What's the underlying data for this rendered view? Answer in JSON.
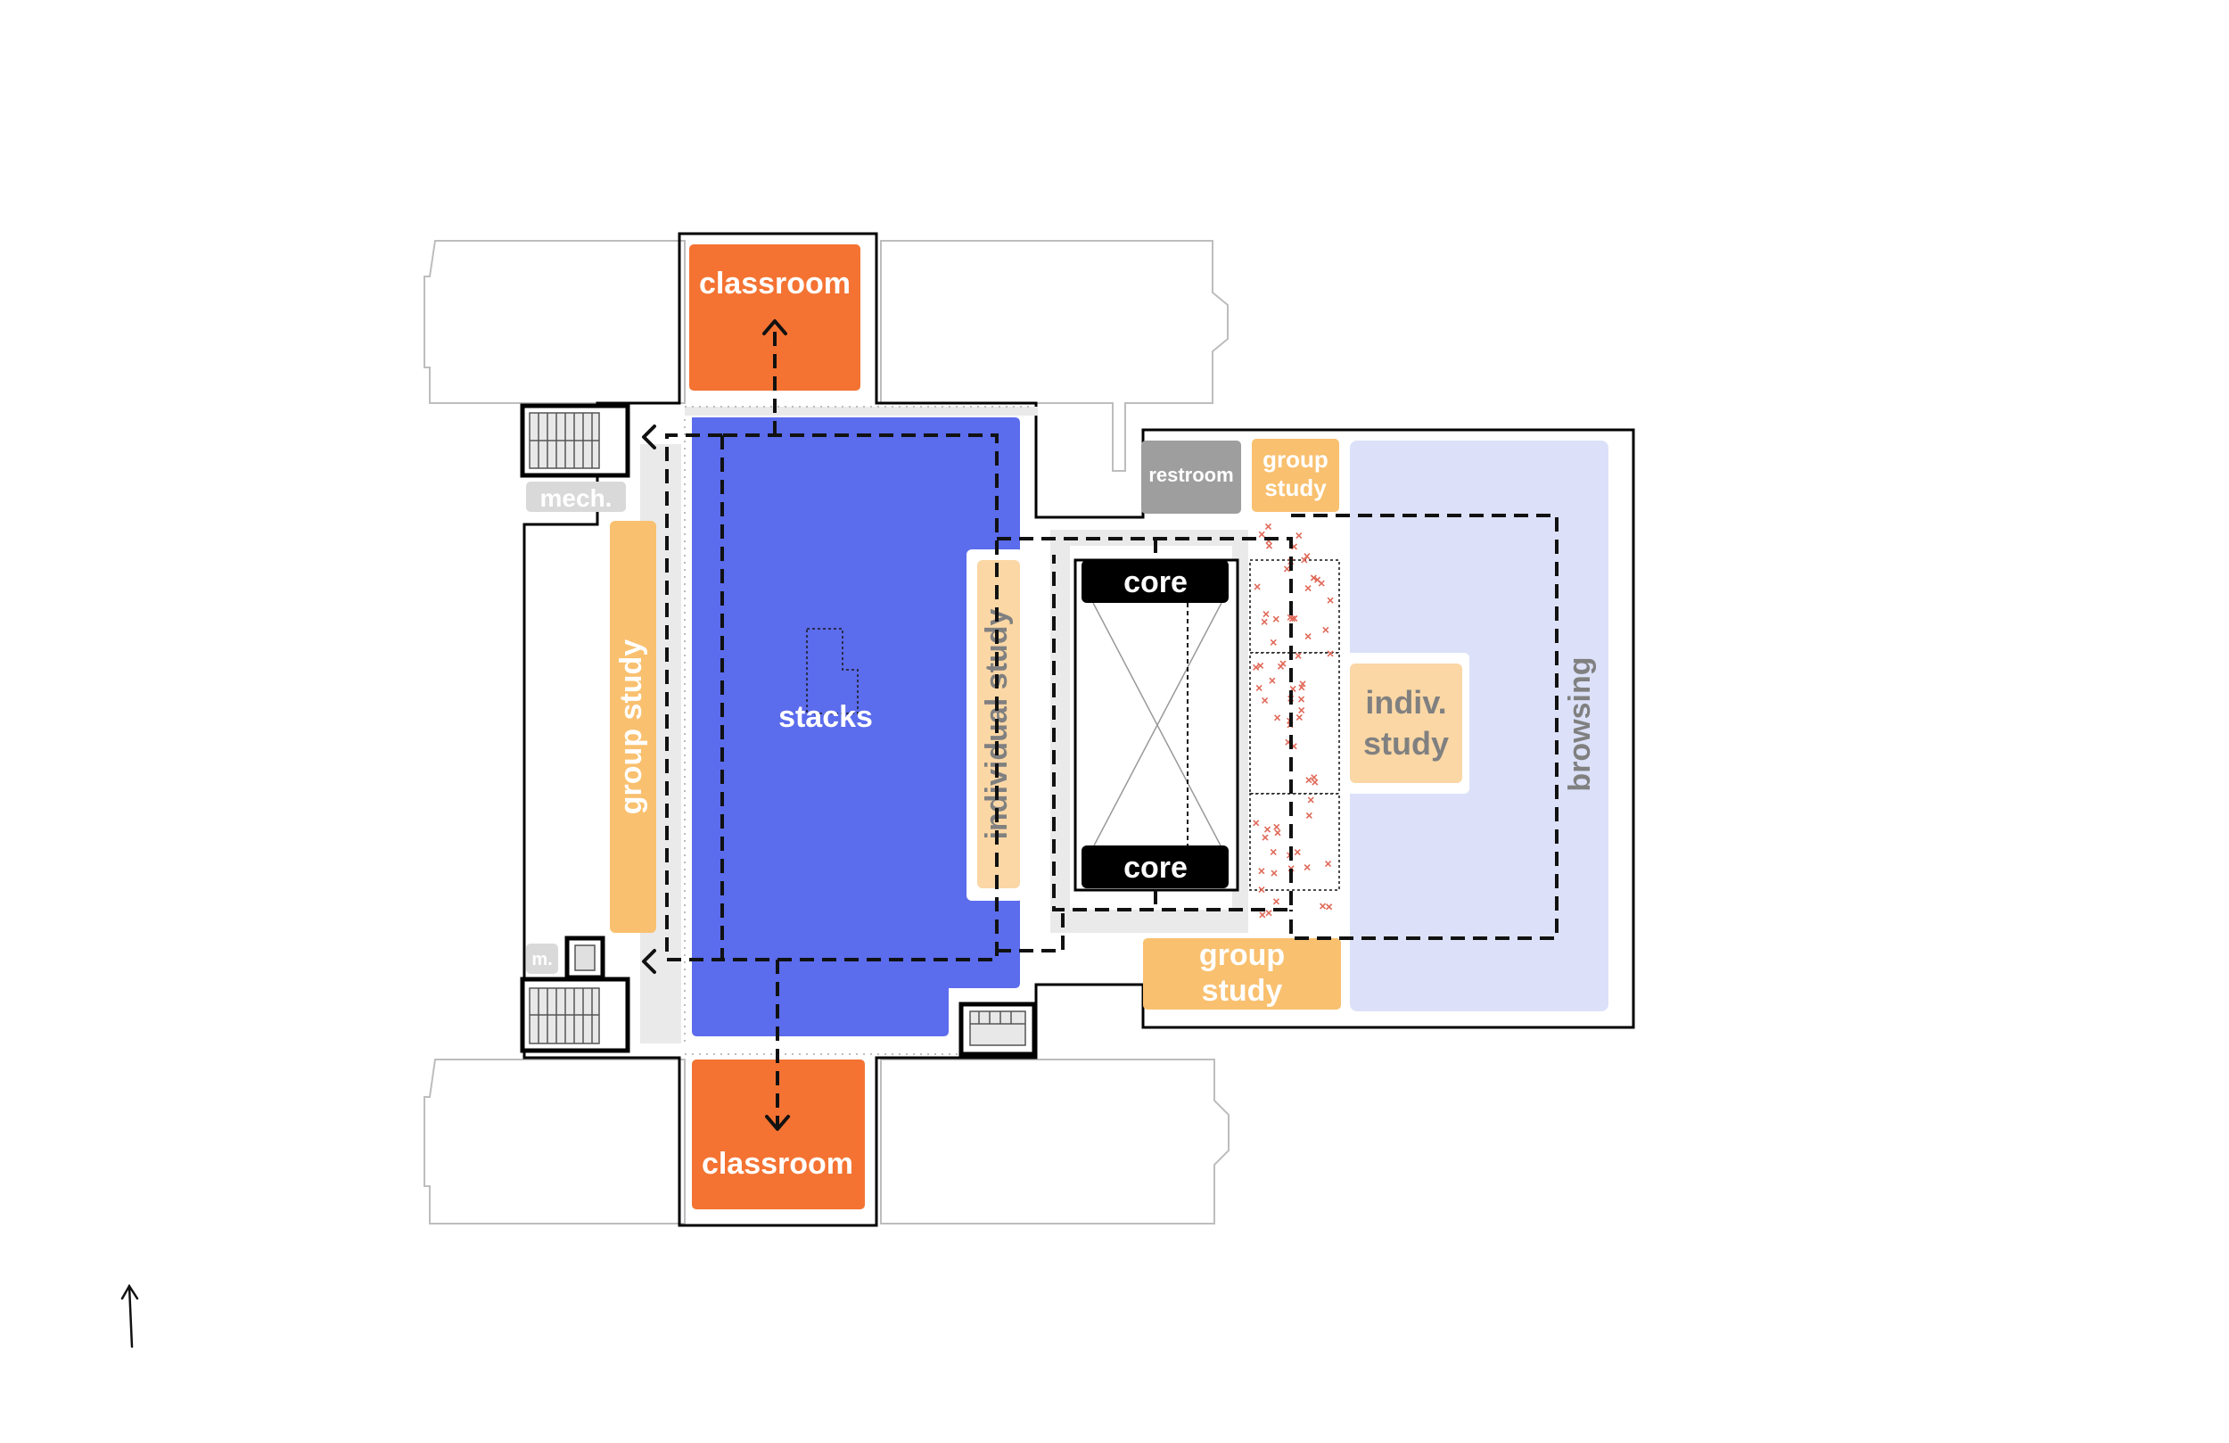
{
  "labels": {
    "classroom_top": "classroom",
    "classroom_bottom": "classroom",
    "stacks": "stacks",
    "mech": "mech.",
    "m": "m.",
    "group_study_left": "group study",
    "individual_study": "individual study",
    "core_top": "core",
    "core_bottom": "core",
    "restroom": "restroom",
    "group_study_small_line1": "group",
    "group_study_small_line2": "study",
    "indiv_study_line1": "indiv.",
    "indiv_study_line2": "study",
    "group_study_bottom_line1": "group",
    "group_study_bottom_line2": "study",
    "browsing": "browsing"
  },
  "colors": {
    "classroom": "#f47332",
    "stacks": "#5b6cec",
    "group_study": "#f9c06f",
    "individual_study": "#fad7a5",
    "restroom": "#9e9e9e",
    "browsing": "#dce1f9",
    "core": "#000000",
    "circulation": "#eaeaea",
    "x_marks": "#e06a5a",
    "path": "#111111"
  },
  "icons": {
    "north_arrow": "north-arrow-icon",
    "stair": "stair-icon",
    "elevator": "elevator-icon"
  }
}
